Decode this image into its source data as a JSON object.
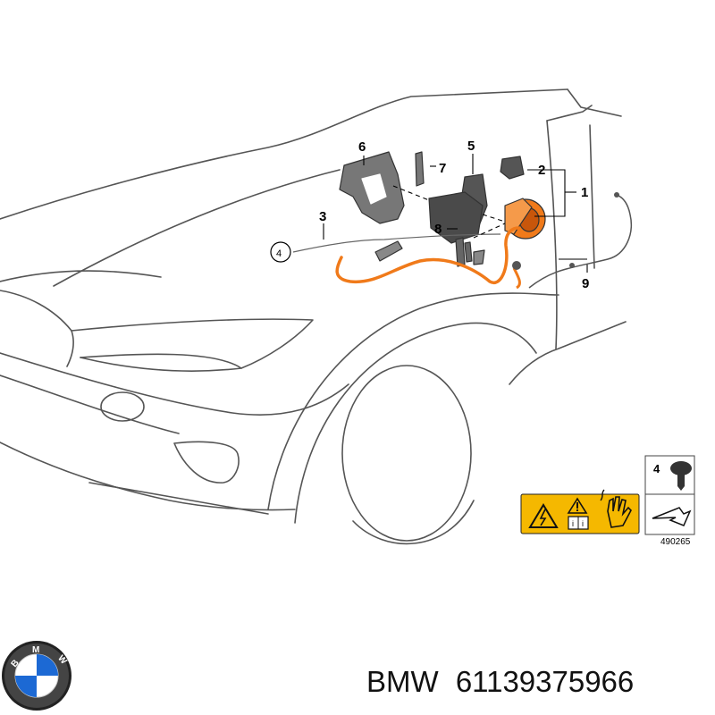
{
  "diagram": {
    "callouts": [
      "1",
      "2",
      "3",
      "4",
      "5",
      "6",
      "7",
      "8",
      "9"
    ],
    "inset": {
      "callout": "4",
      "code": "490265"
    },
    "warning_label_color": "#f5b800",
    "part_highlight_color": "#f07a1a"
  },
  "footer": {
    "brand": "BMW",
    "part_number": "61139375966",
    "logo_letters": "BMW"
  }
}
